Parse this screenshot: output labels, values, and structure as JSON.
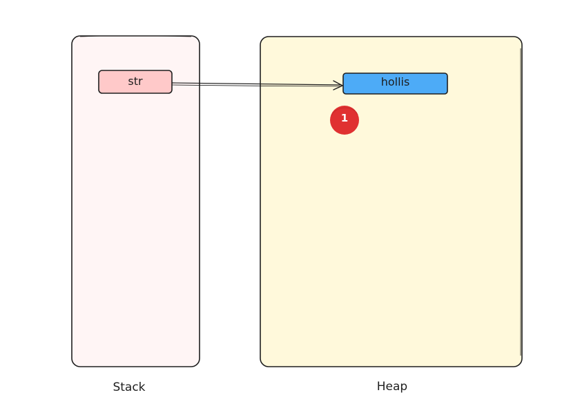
{
  "diagram": {
    "regions": {
      "stack": {
        "label": "Stack",
        "fill": "#fff5f5",
        "stroke": "#1e1e1e"
      },
      "heap": {
        "label": "Heap",
        "fill": "#fff9db",
        "stroke": "#1e1e1e"
      }
    },
    "nodes": {
      "variable": {
        "label": "str",
        "fill": "#ffc9c9",
        "stroke": "#1e1e1e"
      },
      "object": {
        "label": "hollis",
        "fill": "#4dabf7",
        "stroke": "#1e1e1e"
      }
    },
    "badge": {
      "label": "1",
      "fill": "#e03131"
    },
    "edges": [
      {
        "from": "variable",
        "to": "object"
      }
    ]
  }
}
